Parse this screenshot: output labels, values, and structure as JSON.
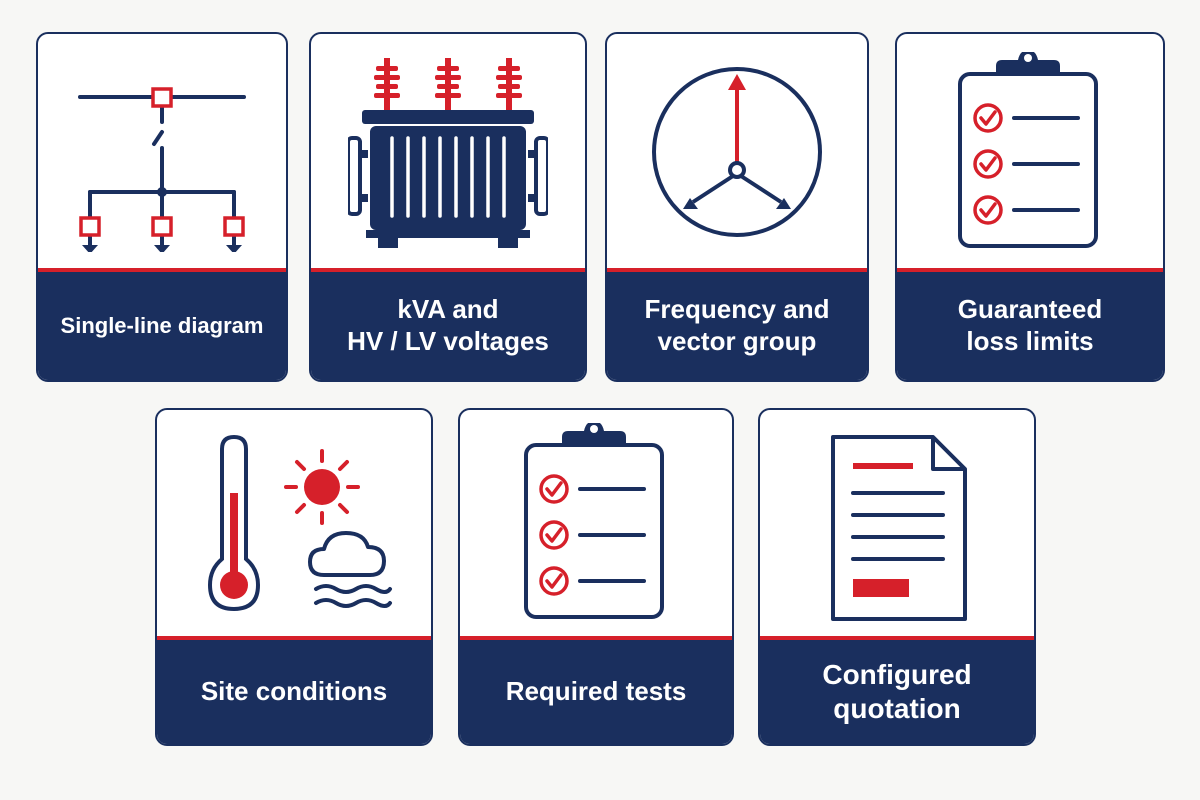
{
  "colors": {
    "navy": "#1a2f5e",
    "red": "#d6202a",
    "background": "#f7f7f5",
    "card": "#ffffff"
  },
  "cards": [
    {
      "label": "Single-line diagram",
      "icon": "single-line-diagram-icon"
    },
    {
      "label": "kVA and\nHV / LV voltages",
      "icon": "transformer-icon"
    },
    {
      "label": "Frequency and\nvector group",
      "icon": "vector-group-icon"
    },
    {
      "label": "Guaranteed\nloss limits",
      "icon": "checklist-clipboard-icon"
    },
    {
      "label": "Site conditions",
      "icon": "weather-conditions-icon"
    },
    {
      "label": "Required tests",
      "icon": "checklist-clipboard-icon"
    },
    {
      "label": "Configured\nquotation",
      "icon": "document-icon"
    }
  ]
}
